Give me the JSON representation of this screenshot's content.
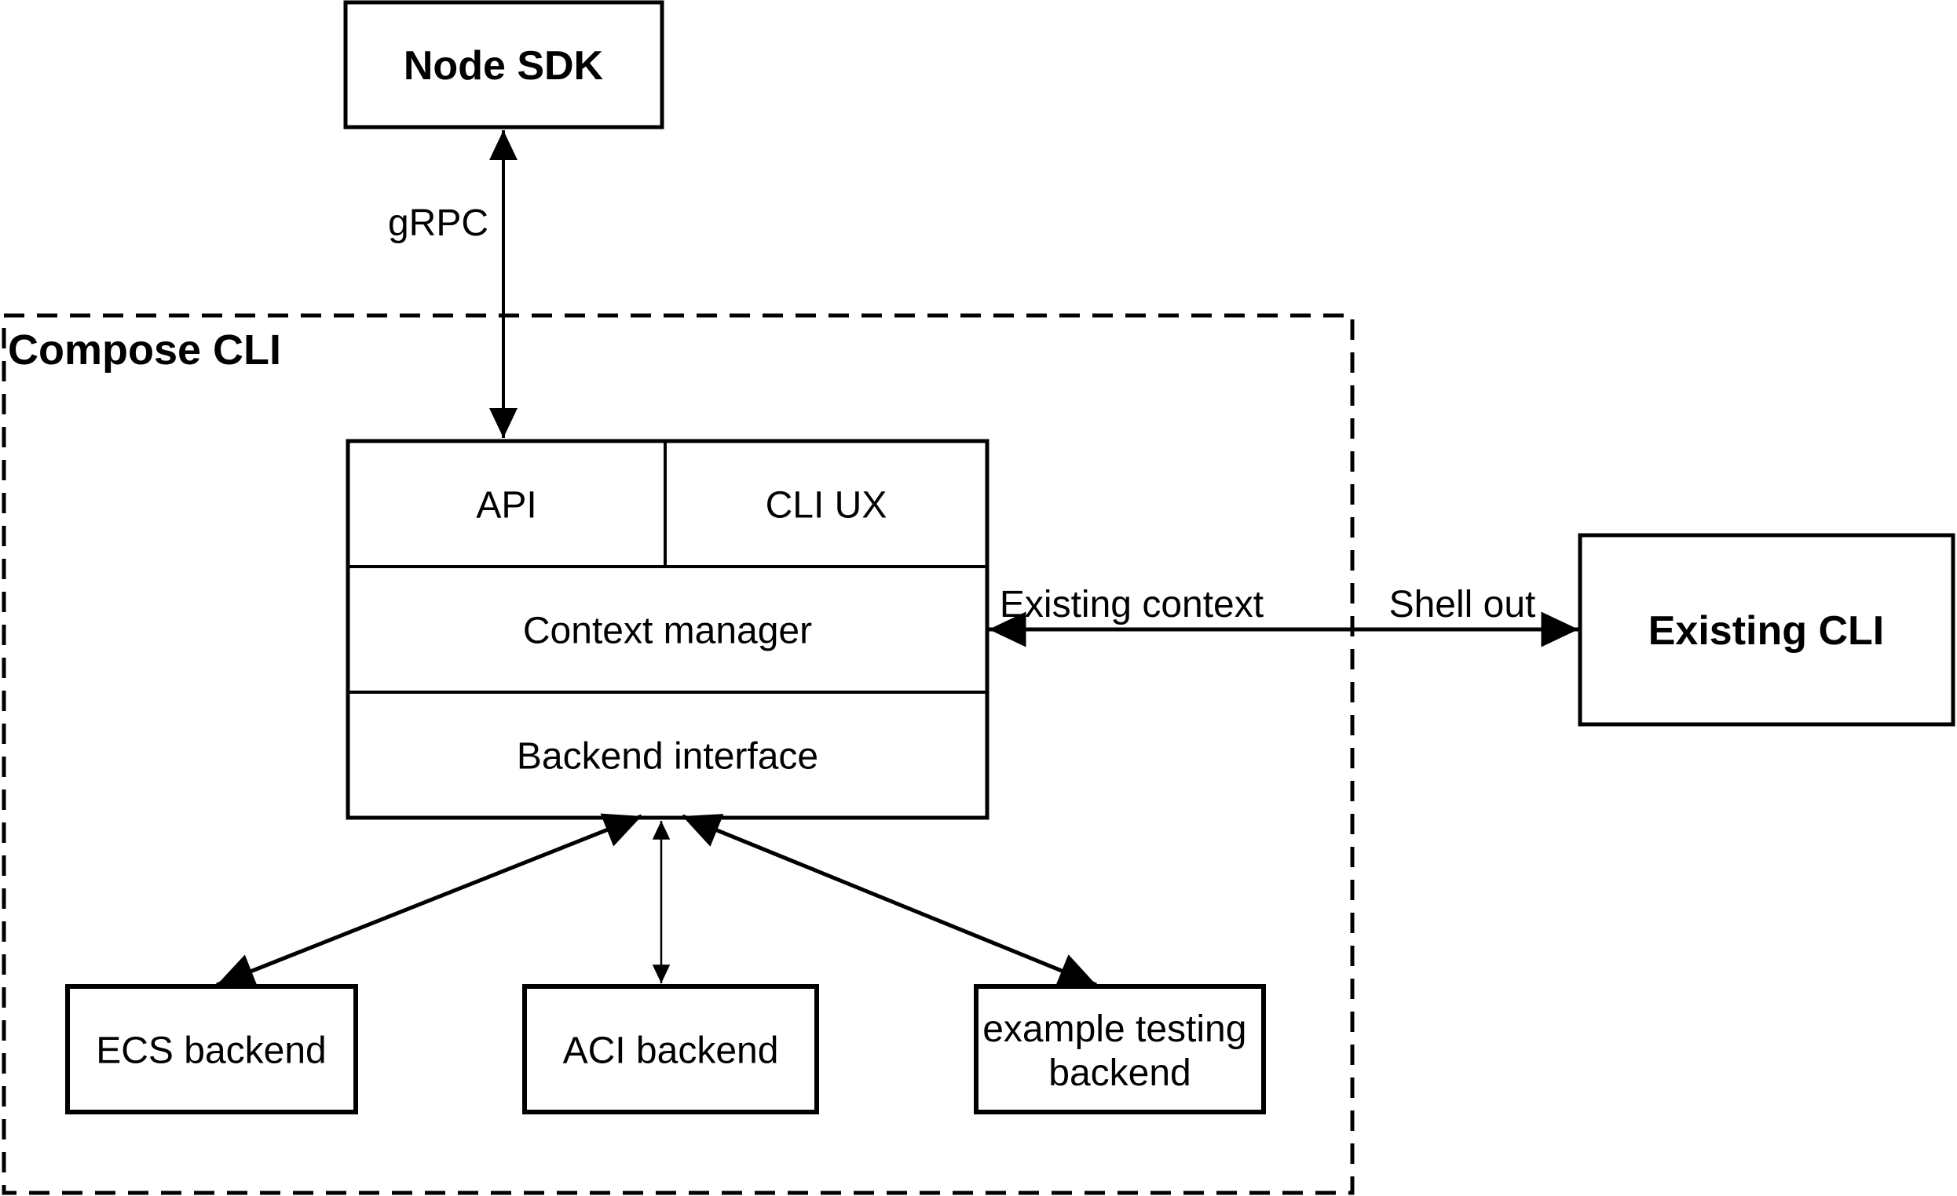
{
  "diagram": {
    "container": {
      "label": "Compose CLI"
    },
    "nodes": {
      "node_sdk": {
        "label": "Node SDK"
      },
      "api": {
        "label": "API"
      },
      "cli_ux": {
        "label": "CLI UX"
      },
      "context_manager": {
        "label": "Context manager"
      },
      "backend_interface": {
        "label": "Backend interface"
      },
      "existing_cli": {
        "label": "Existing CLI"
      },
      "ecs_backend": {
        "label": "ECS backend"
      },
      "aci_backend": {
        "label": "ACI backend"
      },
      "example_testing_backend": {
        "label_line1": "example testing",
        "label_line2": "backend"
      }
    },
    "edge_labels": {
      "grpc": "gRPC",
      "existing_context": "Existing context",
      "shell_out": "Shell out"
    },
    "colors": {
      "stroke": "#000000",
      "node_fill": "#ffffff",
      "background": "#ffffff"
    }
  }
}
